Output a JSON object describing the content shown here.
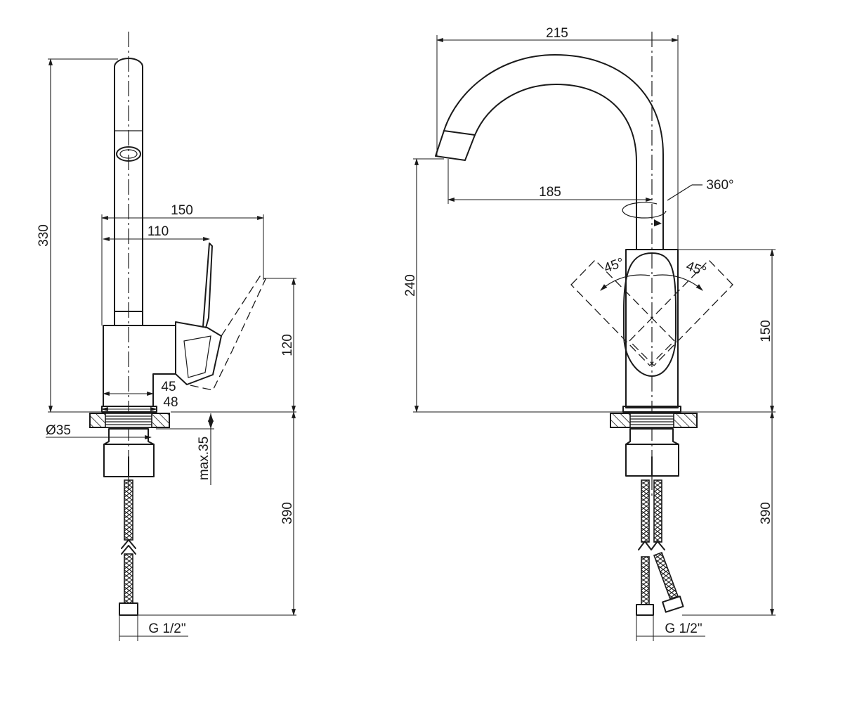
{
  "side_view": {
    "height_total": "330",
    "width_overall": "150",
    "width_spout": "110",
    "handle_height": "120",
    "body_width": "45",
    "base_width": "48",
    "mount_diameter": "Ø35",
    "max_thickness": "max.35",
    "hose_length": "390",
    "thread": "G 1/2\""
  },
  "front_view": {
    "reach_total": "215",
    "reach_spout": "185",
    "swivel": "360°",
    "spout_height": "240",
    "lever_angle_left": "45°",
    "lever_angle_right": "45°",
    "body_height": "150",
    "hose_length": "390",
    "thread": "G 1/2\""
  }
}
